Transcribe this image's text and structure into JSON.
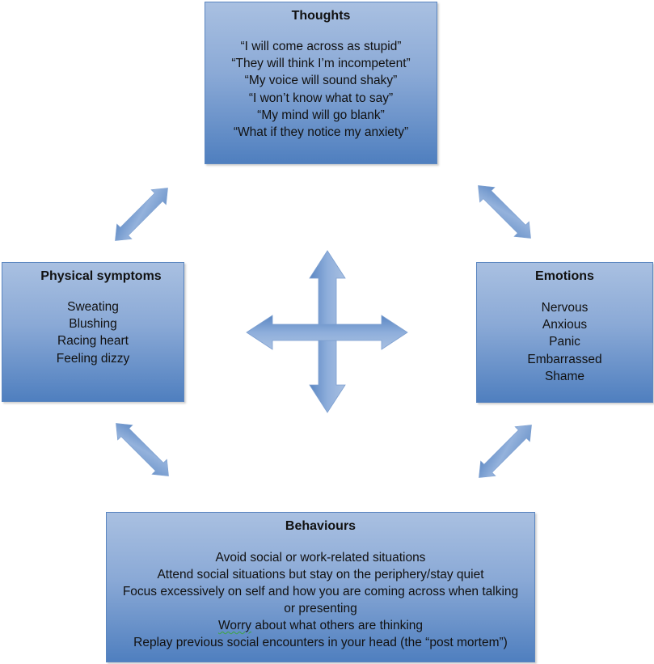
{
  "diagram": {
    "type": "cbt-cycle",
    "colors": {
      "box_gradient_top": "#a9c0e1",
      "box_gradient_bottom": "#4f7fbf",
      "box_border": "#5b86c0",
      "arrow_fill_light": "#a9c0e1",
      "arrow_fill_dark": "#5a86c2"
    },
    "thoughts": {
      "title": "Thoughts",
      "items": [
        "“I will come across as stupid”",
        "“They will think I’m incompetent”",
        "“My voice will sound shaky”",
        "“I won’t know what to say”",
        "“My mind will go blank”",
        "“What if they notice my anxiety”"
      ]
    },
    "physical": {
      "title": "Physical symptoms",
      "items": [
        "Sweating",
        "Blushing",
        "Racing heart",
        "Feeling dizzy"
      ]
    },
    "emotions": {
      "title": "Emotions",
      "items": [
        "Nervous",
        "Anxious",
        "Panic",
        "Embarrassed",
        "Shame"
      ]
    },
    "behaviours": {
      "title": "Behaviours",
      "items": [
        "Avoid social or work-related situations",
        "Attend social situations but stay on the periphery/stay quiet",
        "Focus excessively on self and how you are coming across when talking",
        "or presenting",
        "Worry about what others are thinking",
        "Replay previous social encounters in your head (the “post mortem”)"
      ],
      "spellcheck_word": "Worry",
      "spellcheck_rest": " about what others are thinking"
    },
    "connections": [
      {
        "from": "thoughts",
        "to": "physical",
        "direction": "bidirectional"
      },
      {
        "from": "thoughts",
        "to": "emotions",
        "direction": "bidirectional"
      },
      {
        "from": "physical",
        "to": "behaviours",
        "direction": "bidirectional"
      },
      {
        "from": "emotions",
        "to": "behaviours",
        "direction": "bidirectional"
      },
      {
        "from": "center",
        "to": "all",
        "direction": "four-way"
      }
    ]
  }
}
